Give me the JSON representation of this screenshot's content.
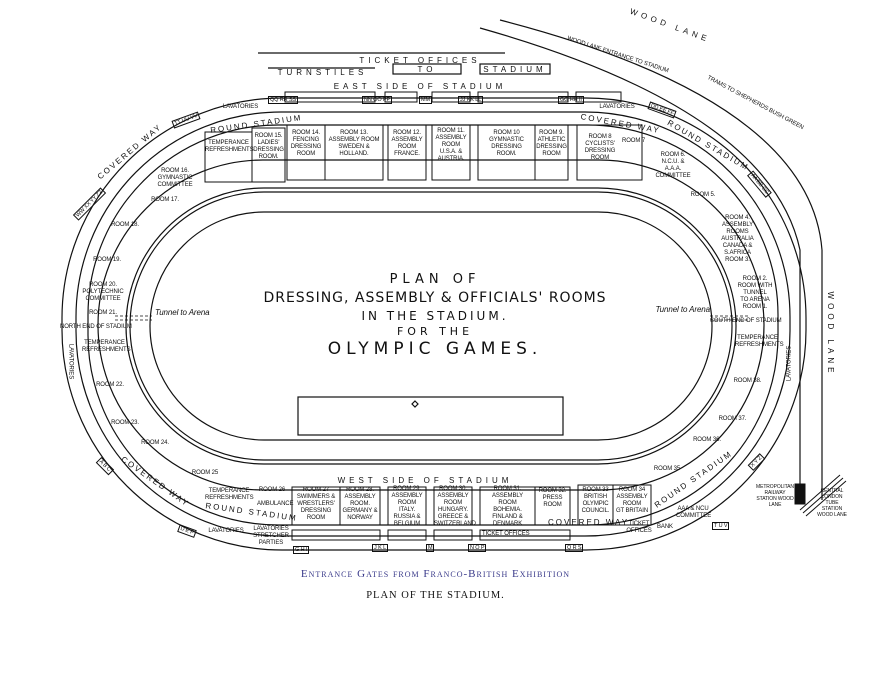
{
  "title": {
    "line1": "PLAN OF",
    "line2": "DRESSING, ASSEMBLY & OFFICIALS' ROOMS",
    "line3": "IN THE STADIUM.",
    "line4": "FOR THE",
    "line5": "OLYMPIC GAMES."
  },
  "captions": {
    "entrance": "Entrance Gates from Franco-British Exhibition",
    "plan": "PLAN OF THE STADIUM."
  },
  "top": {
    "ticket_offices": "TICKET OFFICES",
    "turnstiles": "TURNSTILES",
    "to": "TO",
    "stadium": "STADIUM",
    "east_side": "EAST SIDE OF STADIUM",
    "wood_lane_top": "WOOD LANE",
    "trams": "TRAMS TO SHEPHERDS BUSH GREEN",
    "wood_lane_entrance": "WOOD LANE ENTRANCE TO STADIUM",
    "wood_lane_side": "WOOD LANE"
  },
  "bottom": {
    "west_side": "WEST SIDE OF STADIUM",
    "ticket_offices": "TICKET OFFICES",
    "ticket_offices2": "TICKET OFFICES",
    "bank": "BANK",
    "lavatories": "LAVATORIES",
    "lavatories_stretcher": "LAVATORIES STRETCHER PARTIES",
    "committee": "AAA & NCU COMMITTEE"
  },
  "gates": {
    "qq": "QQ RR SS",
    "nn": "NN OO PP",
    "mm": "MM",
    "jj": "JJ KK LL",
    "gg": "GG HH II",
    "tt": "TT UU VV",
    "ww": "WW XX YY ZZ",
    "dd": "DD EE FF",
    "aa": "AA BB CC",
    "xyz": "X Y Z",
    "tuv": "T U V",
    "qrs": "Q R S",
    "ghi": "G H I",
    "jkl": "J K L",
    "m": "M",
    "nop": "N O P",
    "abc": "A B C",
    "def": "D E F"
  },
  "ways": {
    "round_stadium": "ROUND STADIUM",
    "covered_way": "COVERED WAY",
    "lavatories": "LAVATORIES",
    "north_end": "NORTH END OF STADIUM",
    "south_end": "SOUTH END OF STADIUM",
    "tunnel_left": "Tunnel to Arena",
    "tunnel_right": "Tunnel to Arena"
  },
  "rooms": {
    "temperance_ne": "TEMPERANCE\nREFRESHMENTS",
    "r15": "ROOM 15.\nLADIES'\nDRESSING\nROOM.",
    "r14": "ROOM 14.\nFENCING\nDRESSING\nROOM",
    "r13": "ROOM 13.\nASSEMBLY ROOM\nSWEDEN &\nHOLLAND.",
    "r12": "ROOM 12.\nASSEMBLY\nROOM\nFRANCE.",
    "r11": "ROOM 11.\nASSEMBLY\nROOM\nU.S.A. &\nAUSTRIA.",
    "r10": "ROOM 10\nGYMNASTIC\nDRESSING\nROOM.",
    "r9": "ROOM 9.\nATHLETIC\nDRESSING\nROOM",
    "r8": "ROOM 8\nCYCLISTS' DRESSING\nROOM",
    "r7": "ROOM 7",
    "r6": "ROOM 6.\nN.C.U. &\nA.A.A.\nCOMMITTEE",
    "r5": "ROOM 5.",
    "r4": "ROOM 4.\nASSEMBLY\nROOMS\nAUSTRALIA\nCANADA &\nS.AFRICA\nROOM 3.",
    "r2": "ROOM 2.\nROOM WITH\nTUNNEL\nTO ARENA\nROOM 1.",
    "temperance_s": "TEMPERANCE\nREFRESHMENTS",
    "r38": "ROOM 38.",
    "r37": "ROOM 37.",
    "r36": "ROOM 36.",
    "r35": "ROOM 35",
    "r34": "ROOM 34\nASSEMBLY\nROOM\nGT BRITAIN",
    "r33": "ROOM 33\nBRITISH\nOLYMPIC\nCOUNCIL.",
    "r32": "ROOM 32.\nPRESS\nROOM",
    "r31": "ROOM 31.\nASSEMBLY\nROOM\nBOHEMIA.\nFINLAND &\nDENMARK",
    "r30": "ROOM 30.\nASSEMBLY\nROOM\nHUNGARY.\nGREECE &\nSWITZERLAND",
    "r29": "ROOM 29.\nASSEMBLY\nROOM\nITALY.\nRUSSIA &\nBELGIUM",
    "r28": "ROOM 28.\nASSEMBLY\nROOM.\nGERMANY &\nNORWAY",
    "r27": "ROOM 27\nSWIMMERS &\nWRESTLERS'\nDRESSING\nROOM",
    "r26": "ROOM 26\n\nAMBULANCE",
    "temperance_sw": "TEMPERANCE\nREFRESHMENTS",
    "r25": "ROOM 25",
    "r24": "ROOM 24.",
    "r23": "ROOM 23.",
    "r22": "ROOM 22.",
    "temperance_n": "TEMPERANCE\nREFRESHMENTS",
    "r20": "ROOM 20.\nPOLYTECHNIC\nCOMMITTEE\n\nROOM 21.",
    "r19": "ROOM 19.",
    "r18": "ROOM 18.",
    "r17": "ROOM 17.",
    "r16": "ROOM 16.\nGYMNASTIC\nCOMMITTEE"
  },
  "stations": {
    "metropolitan": "METROPOLITAN RAILWAY STATION WOOD LANE",
    "central": "CENTRAL LONDON TUBE STATION WOOD LANE"
  }
}
